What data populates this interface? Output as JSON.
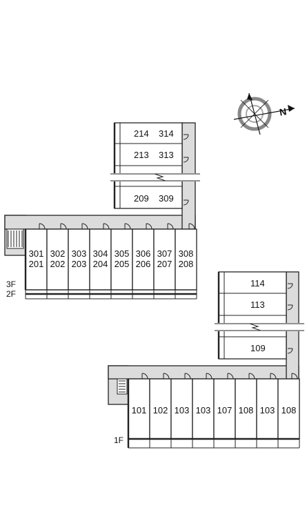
{
  "compass": {
    "label": "N",
    "icon": "compass-icon"
  },
  "colors": {
    "corridor": "#dcdcdc",
    "line": "#222222"
  },
  "buildingA": {
    "upper_rooms": [
      {
        "labels": [
          "214",
          "314"
        ]
      },
      {
        "labels": [
          "213",
          "313"
        ]
      },
      {
        "labels": [
          "209",
          "309"
        ]
      }
    ],
    "rooms": [
      {
        "top": "301",
        "bottom": "201"
      },
      {
        "top": "302",
        "bottom": "202"
      },
      {
        "top": "303",
        "bottom": "203"
      },
      {
        "top": "304",
        "bottom": "204"
      },
      {
        "top": "305",
        "bottom": "205"
      },
      {
        "top": "306",
        "bottom": "206"
      },
      {
        "top": "307",
        "bottom": "207"
      },
      {
        "top": "308",
        "bottom": "208"
      }
    ],
    "floor_labels": [
      "3F",
      "2F"
    ]
  },
  "buildingB": {
    "upper_rooms": [
      "114",
      "113",
      "109"
    ],
    "rooms": [
      "101",
      "102",
      "103",
      "103",
      "107",
      "108",
      "103",
      "108"
    ],
    "floor_label": "1F"
  }
}
